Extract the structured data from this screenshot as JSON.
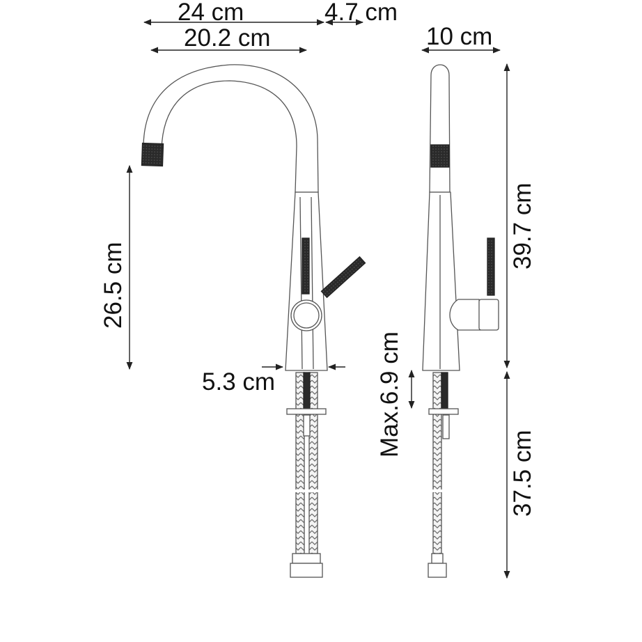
{
  "diagram": {
    "title": "Kitchen faucet technical dimensions",
    "views": [
      "front-view",
      "side-view"
    ],
    "colors": {
      "line": "#555555",
      "fill_dark": "#2a2a2a",
      "text": "#111111",
      "background": "#ffffff"
    },
    "dimensions": {
      "total_reach": "24 cm",
      "reach_offset": "4.7 cm",
      "spout_reach": "20.2 cm",
      "side_depth": "10 cm",
      "spout_height": "26.5 cm",
      "base_diameter": "5.3 cm",
      "max_deck_thickness": "Max.6.9 cm",
      "total_height": "39.7 cm",
      "hose_length": "37.5 cm"
    }
  }
}
